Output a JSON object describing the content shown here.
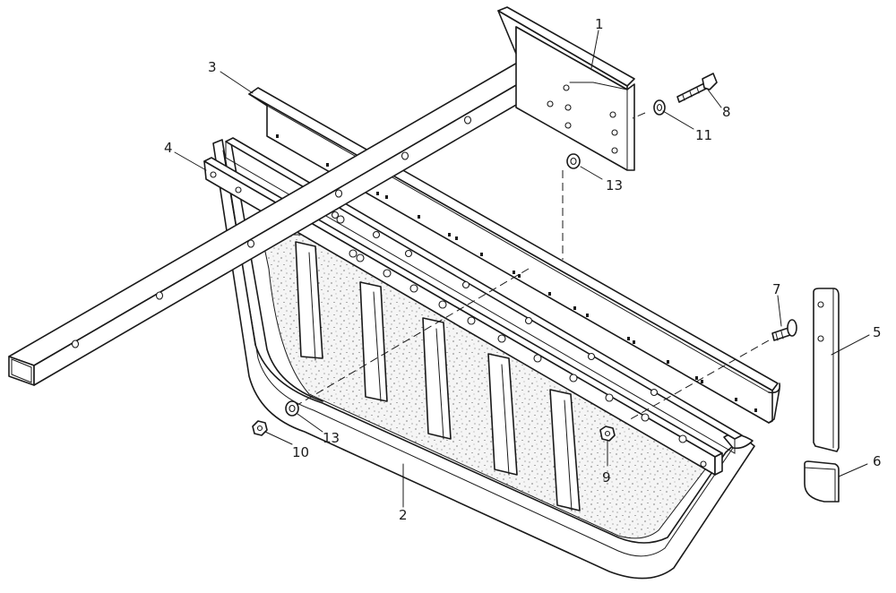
{
  "callouts": [
    {
      "id": "c1",
      "text": "1"
    },
    {
      "id": "c2",
      "text": "2"
    },
    {
      "id": "c3",
      "text": "3"
    },
    {
      "id": "c4",
      "text": "4"
    },
    {
      "id": "c5",
      "text": "5"
    },
    {
      "id": "c6",
      "text": "6"
    },
    {
      "id": "c7",
      "text": "7"
    },
    {
      "id": "c8",
      "text": "8"
    },
    {
      "id": "c9",
      "text": "9"
    },
    {
      "id": "c10",
      "text": "10"
    },
    {
      "id": "c11",
      "text": "11"
    },
    {
      "id": "c13a",
      "text": "13"
    },
    {
      "id": "c13b",
      "text": "13"
    }
  ]
}
